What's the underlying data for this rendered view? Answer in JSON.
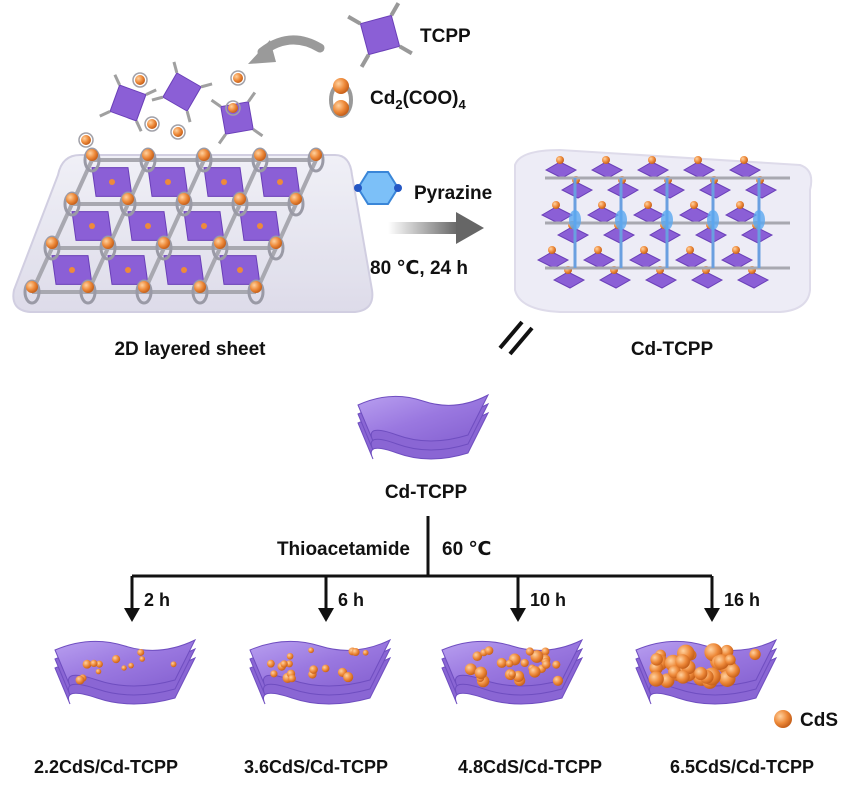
{
  "colors": {
    "linker": "#8b5fd6",
    "linker_dark": "#6a3fb8",
    "cadmium": "#ee8a3a",
    "pyrazine": "#5aa8f0",
    "sheet": "#9a78e0",
    "text": "#111111"
  },
  "reagents": {
    "tcpp": "TCPP",
    "cd_main": "Cd",
    "cd_sub": "2",
    "cd_mid": "(COO)",
    "cd_sub2": "4",
    "pyrazine": "Pyrazine",
    "condition_1": "80 ℃, 24 h"
  },
  "labels": {
    "sheet_2d": "2D layered sheet",
    "framework": "Cd-TCPP",
    "nanosheet": "Cd-TCPP",
    "reagent_2": "Thioacetamide",
    "condition_2": "60 ℃",
    "legend_cds": "CdS"
  },
  "branches": [
    {
      "time": "2 h",
      "product": "2.2CdS/Cd-TCPP"
    },
    {
      "time": "6 h",
      "product": "3.6CdS/Cd-TCPP"
    },
    {
      "time": "10 h",
      "product": "4.8CdS/Cd-TCPP"
    },
    {
      "time": "16 h",
      "product": "6.5CdS/Cd-TCPP"
    }
  ]
}
